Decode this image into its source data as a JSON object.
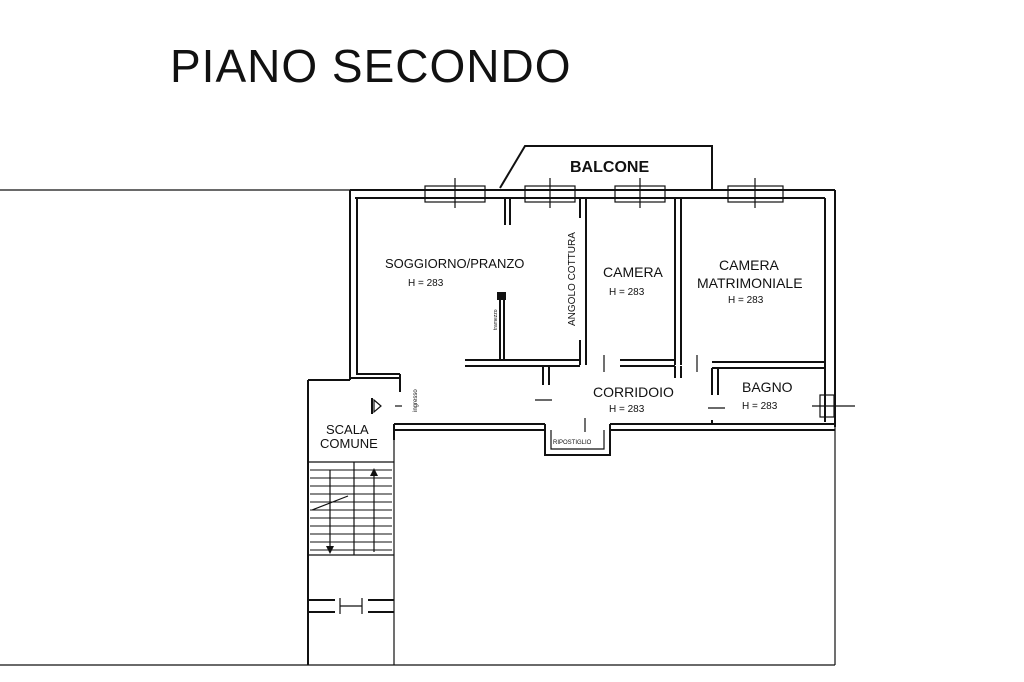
{
  "title": "PIANO SECONDO",
  "rooms": {
    "balcone": {
      "name": "BALCONE"
    },
    "soggiorno": {
      "name": "SOGGIORNO/PRANZO",
      "height": "H = 283"
    },
    "angolo": {
      "name": "ANGOLO COTTURA"
    },
    "camera": {
      "name": "CAMERA",
      "height": "H = 283"
    },
    "matrimoniale": {
      "name_line1": "CAMERA",
      "name_line2": "MATRIMONIALE",
      "height": "H = 283"
    },
    "corridoio": {
      "name": "CORRIDOIO",
      "height": "H = 283"
    },
    "bagno": {
      "name": "BAGNO",
      "height": "H = 283"
    },
    "scala": {
      "name_line1": "SCALA",
      "name_line2": "COMUNE"
    },
    "ripostiglio": {
      "name": "RIPOSTIGLIO"
    },
    "ingresso": {
      "name": "ingresso"
    },
    "partition": {
      "name": "tramezzo"
    }
  }
}
